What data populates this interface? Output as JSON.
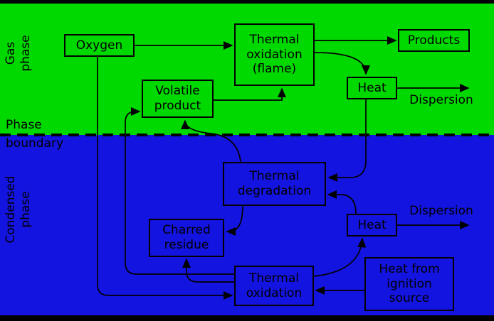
{
  "colors": {
    "gas_bg": "#00d900",
    "condensed_bg": "#1414e0",
    "line": "#000000",
    "frame": "#000000"
  },
  "regions": {
    "gas_label": "Gas\nphase",
    "condensed_label": "Condensed\nphase",
    "boundary_label_top": "Phase",
    "boundary_label_bottom": "boundary"
  },
  "nodes": {
    "oxygen": "Oxygen",
    "thermal_oxidation_flame": "Thermal\noxidation\n(flame)",
    "products": "Products",
    "heat_gas": "Heat",
    "dispersion_gas": "Dispersion",
    "volatile_product": "Volatile\nproduct",
    "thermal_degradation": "Thermal\ndegradation",
    "charred_residue": "Charred\nresidue",
    "heat_condensed": "Heat",
    "thermal_oxidation_condensed": "Thermal\noxidation",
    "heat_from_ignition_source": "Heat from\nignition\nsource",
    "dispersion_condensed": "Dispersion"
  },
  "edges": [
    {
      "from": "oxygen",
      "to": "thermal_oxidation_flame"
    },
    {
      "from": "oxygen",
      "to": "thermal_oxidation_condensed"
    },
    {
      "from": "thermal_oxidation_flame",
      "to": "products"
    },
    {
      "from": "thermal_oxidation_flame",
      "to": "heat_gas"
    },
    {
      "from": "heat_gas",
      "to": "dispersion_gas"
    },
    {
      "from": "heat_gas",
      "to": "thermal_degradation"
    },
    {
      "from": "volatile_product",
      "to": "thermal_oxidation_flame"
    },
    {
      "from": "thermal_degradation",
      "to": "volatile_product"
    },
    {
      "from": "thermal_degradation",
      "to": "charred_residue"
    },
    {
      "from": "heat_condensed",
      "to": "thermal_degradation"
    },
    {
      "from": "heat_condensed",
      "to": "dispersion_condensed"
    },
    {
      "from": "heat_from_ignition_source",
      "to": "thermal_oxidation_condensed"
    },
    {
      "from": "thermal_oxidation_condensed",
      "to": "heat_condensed"
    },
    {
      "from": "thermal_oxidation_condensed",
      "to": "charred_residue"
    },
    {
      "from": "thermal_oxidation_condensed",
      "to": "volatile_product"
    }
  ]
}
